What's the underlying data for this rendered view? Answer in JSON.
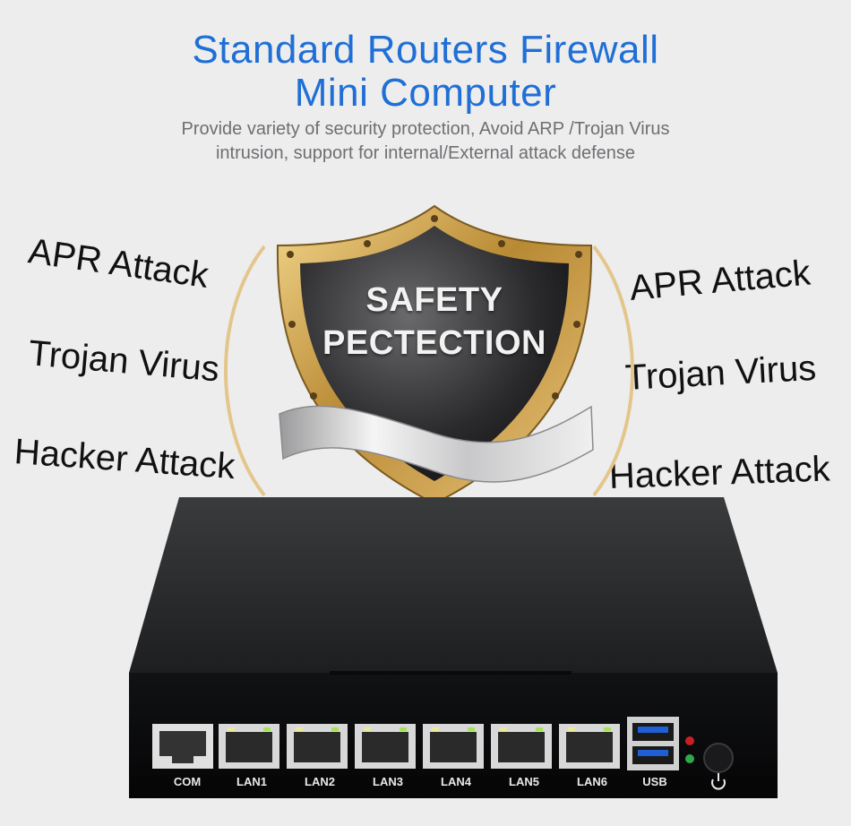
{
  "heading": {
    "line1": "Standard Routers  Firewall",
    "line2": "Mini Computer"
  },
  "subheading": {
    "line1": "Provide variety of security protection, Avoid ARP /Trojan Virus",
    "line2": "intrusion, support for internal/External attack defense"
  },
  "shield": {
    "line1": "SAFETY",
    "line2": "PECTECTION"
  },
  "threats_left": [
    "APR Attack",
    "Trojan Virus",
    "Hacker Attack"
  ],
  "threats_right": [
    "APR Attack",
    "Trojan Virus",
    "Hacker Attack"
  ],
  "ports": {
    "com": "COM",
    "lan1": "LAN1",
    "lan2": "LAN2",
    "lan3": "LAN3",
    "lan4": "LAN4",
    "lan5": "LAN5",
    "lan6": "LAN6",
    "usb": "USB",
    "power_icon": "power-icon"
  },
  "colors": {
    "heading": "#1f6fd6",
    "subheading": "#6f6f72",
    "shield_frame": "#c9a04f",
    "device_body": "#2b2c2e",
    "usb_port": "#1f5fd6",
    "led_red": "#c82020",
    "led_green": "#2fa84a"
  }
}
